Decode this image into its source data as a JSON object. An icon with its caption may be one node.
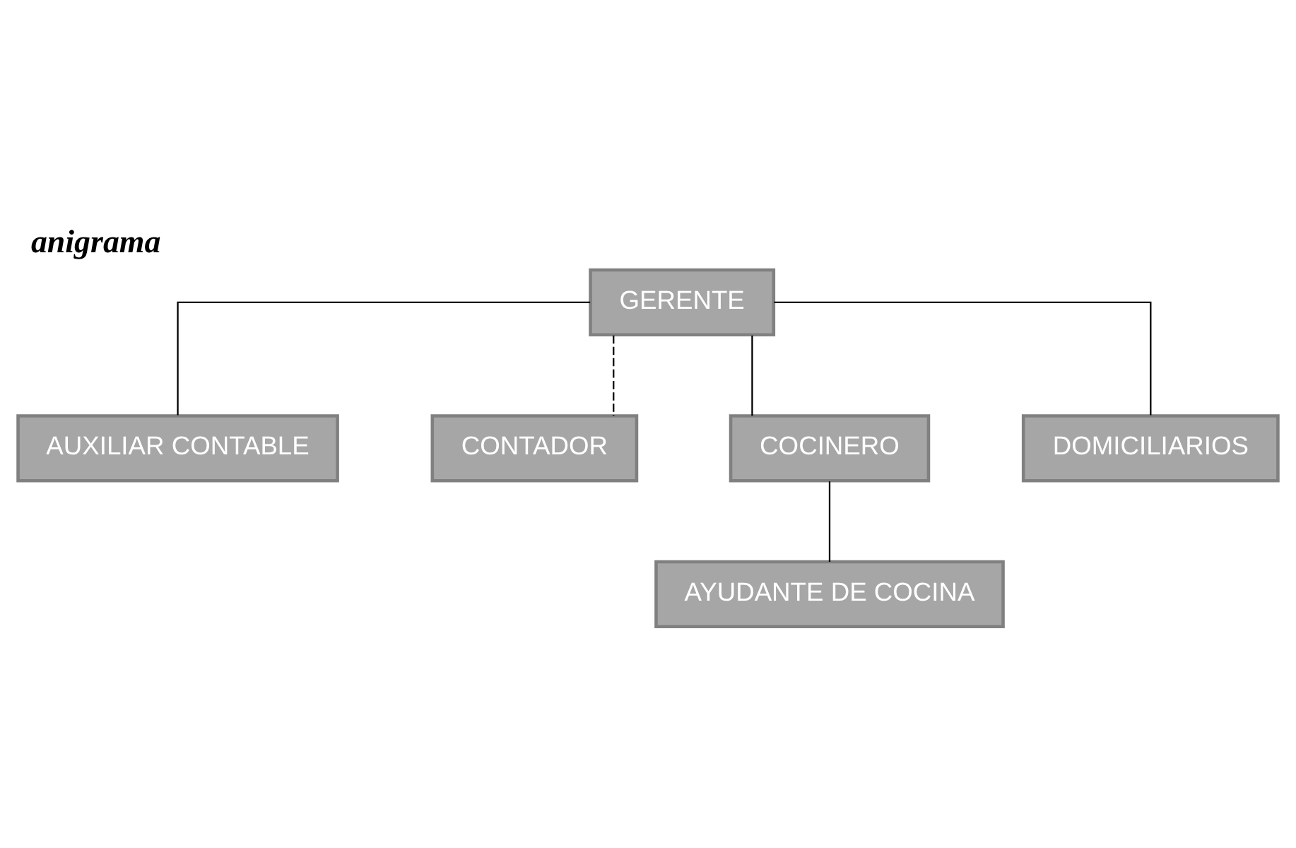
{
  "diagram": {
    "title": "anigrama",
    "nodes": [
      {
        "text": [
          "GERENTE"
        ]
      },
      {
        "text": [
          "AUXILIAR CONTABLE"
        ]
      },
      {
        "text": [
          "CONTADOR"
        ]
      },
      {
        "text": [
          "COCINERO"
        ]
      },
      {
        "text": [
          "DOMICILIARIOS"
        ]
      },
      {
        "text": [
          "AYUDANTE DE COCINA"
        ]
      }
    ],
    "edges": [
      {
        "from": 0,
        "to": 1,
        "arrow": "none"
      },
      {
        "from": 0,
        "to": 2,
        "arrow": "none",
        "style": "dashed"
      },
      {
        "from": 0,
        "to": 3,
        "arrow": "none"
      },
      {
        "from": 0,
        "to": 4,
        "arrow": "none"
      },
      {
        "from": 3,
        "to": 5,
        "arrow": "none"
      }
    ]
  }
}
